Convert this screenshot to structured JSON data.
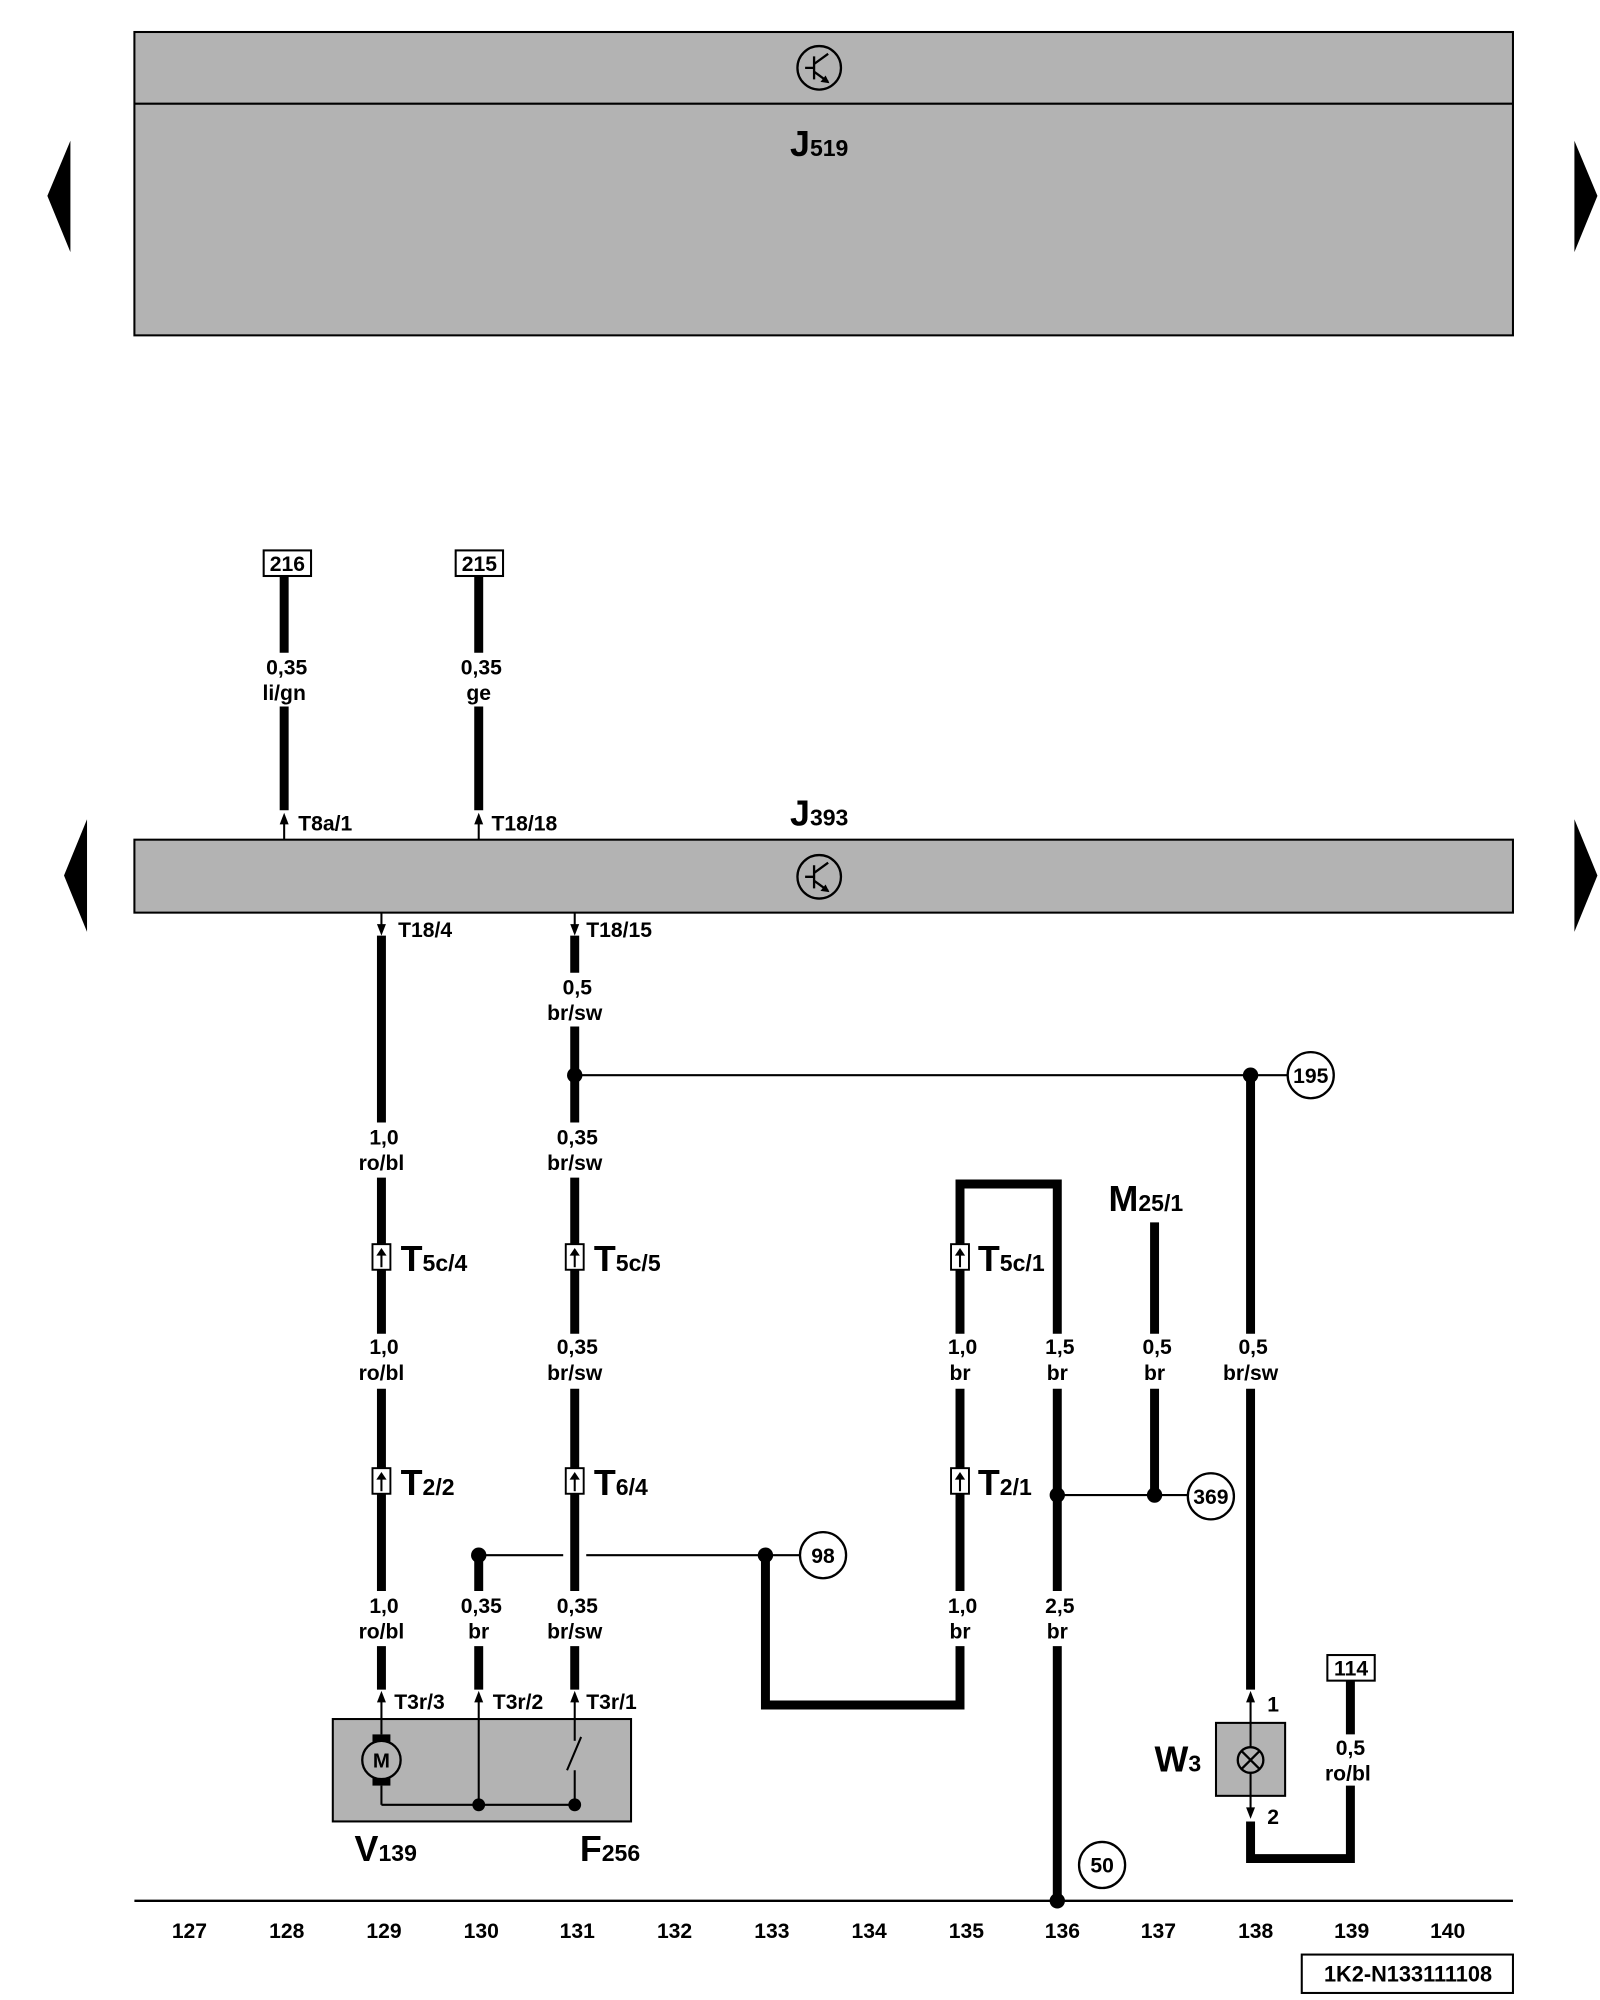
{
  "modules": {
    "j519": {
      "letter": "J",
      "number": "519"
    },
    "j393": {
      "letter": "J",
      "number": "393"
    }
  },
  "references": {
    "r216": "216",
    "r215": "215",
    "r114": "114"
  },
  "circle_refs": {
    "c195": "195",
    "c98": "98",
    "c369": "369",
    "c50": "50"
  },
  "connectors": {
    "t8a_1": "T8a/1",
    "t18_18": "T18/18",
    "t18_4": "T18/4",
    "t18_15": "T18/15",
    "t3r_3": "T3r/3",
    "t3r_2": "T3r/2",
    "t3r_1": "T3r/1",
    "t5c_4": {
      "letter": "T",
      "number": "5c/4"
    },
    "t5c_5": {
      "letter": "T",
      "number": "5c/5"
    },
    "t5c_1": {
      "letter": "T",
      "number": "5c/1"
    },
    "t2_2": {
      "letter": "T",
      "number": "2/2"
    },
    "t6_4": {
      "letter": "T",
      "number": "6/4"
    },
    "t2_1": {
      "letter": "T",
      "number": "2/1"
    },
    "w3_pin_1": "1",
    "w3_pin_2": "2"
  },
  "components": {
    "v139": {
      "letter": "V",
      "number": "139"
    },
    "f256": {
      "letter": "F",
      "number": "256"
    },
    "w3": {
      "letter": "W",
      "number": "3"
    },
    "m25_1": {
      "letter": "M",
      "number": "25/1"
    },
    "motor_symbol": "M"
  },
  "wire_labels": [
    {
      "size": "0,35",
      "color": "li/gn"
    },
    {
      "size": "0,35",
      "color": "ge"
    },
    {
      "size": "0,5",
      "color": "br/sw"
    },
    {
      "size": "1,0",
      "color": "ro/bl"
    },
    {
      "size": "0,35",
      "color": "br/sw"
    },
    {
      "size": "1,0",
      "color": "ro/bl"
    },
    {
      "size": "0,35",
      "color": "br/sw"
    },
    {
      "size": "1,0",
      "color": "br"
    },
    {
      "size": "1,5",
      "color": "br"
    },
    {
      "size": "0,5",
      "color": "br"
    },
    {
      "size": "0,5",
      "color": "br/sw"
    },
    {
      "size": "1,0",
      "color": "ro/bl"
    },
    {
      "size": "0,35",
      "color": "br"
    },
    {
      "size": "0,35",
      "color": "br/sw"
    },
    {
      "size": "1,0",
      "color": "br"
    },
    {
      "size": "2,5",
      "color": "br"
    },
    {
      "size": "0,5",
      "color": "ro/bl"
    }
  ],
  "track_numbers": [
    "127",
    "128",
    "129",
    "130",
    "131",
    "132",
    "133",
    "134",
    "135",
    "136",
    "137",
    "138",
    "139",
    "140"
  ],
  "document_id": "1K2-N133111108",
  "icons": {
    "control_unit_symbol": "transistor-icon",
    "motor": "motor-icon",
    "switch": "switch-icon",
    "lamp": "lamp-icon",
    "connector": "connector-icon",
    "page_prev": "triangle-left-icon",
    "page_next": "triangle-right-icon"
  },
  "colors": {
    "module_fill": "#b3b3b3",
    "component_fill": "#b3b3b3",
    "wire": "#000000",
    "background": "#ffffff"
  }
}
